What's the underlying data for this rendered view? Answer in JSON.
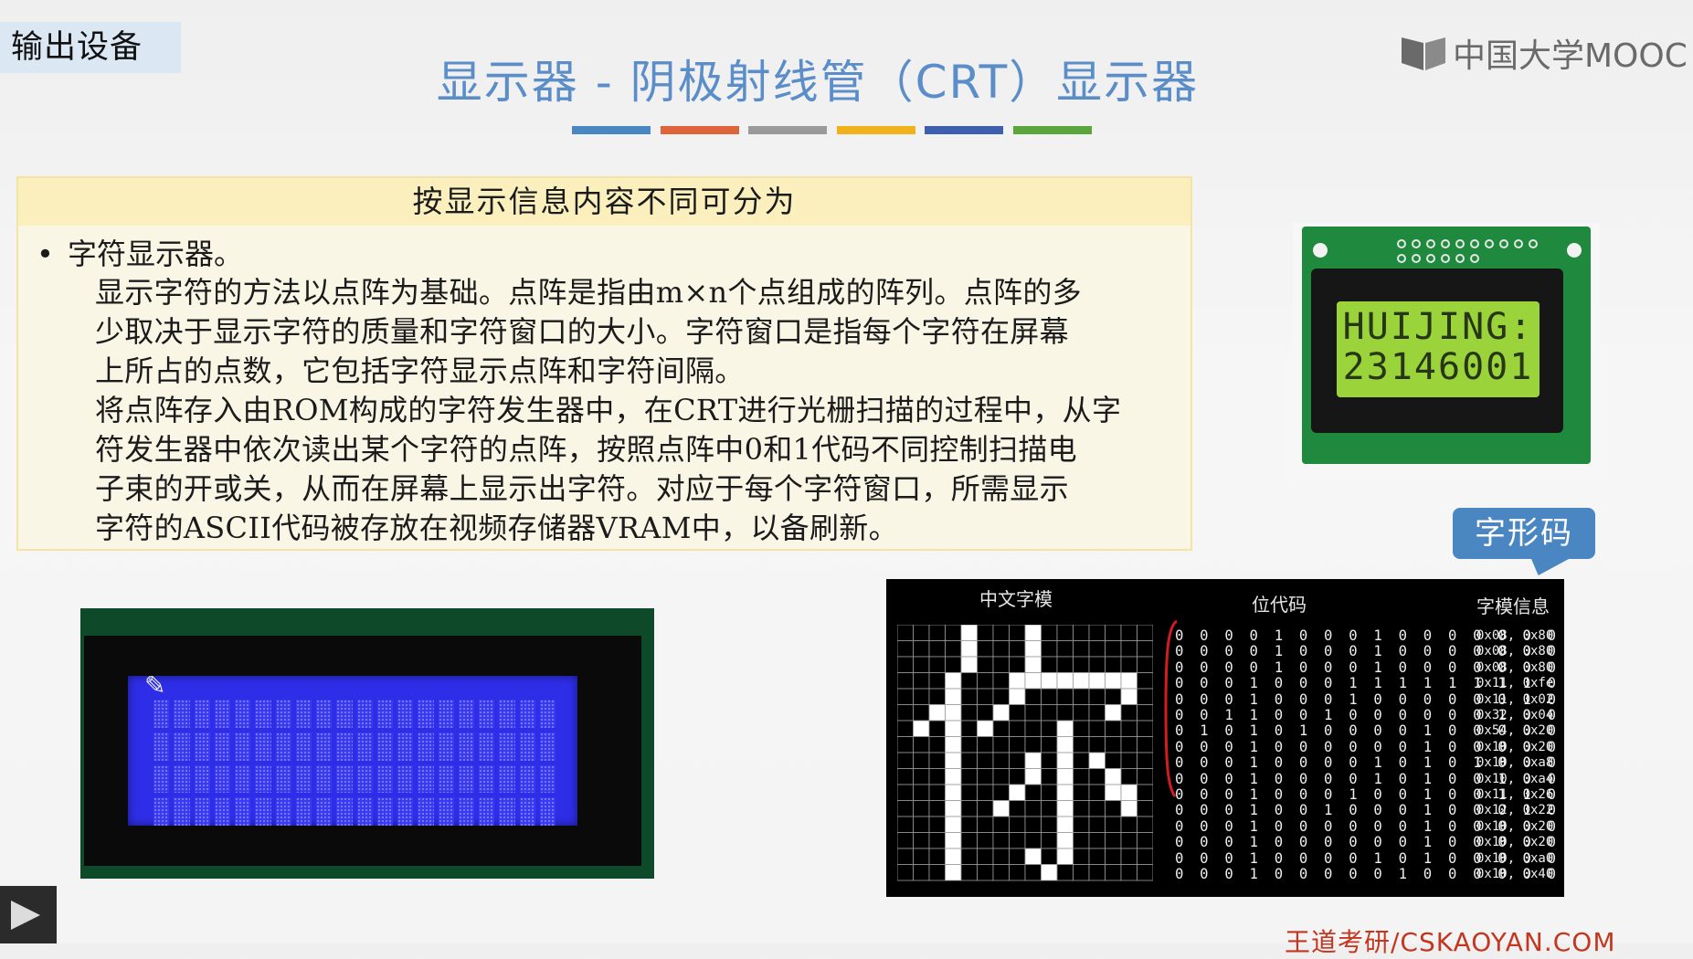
{
  "header": {
    "section_tag": "输出设备",
    "page_title": "显示器 - 阴极射线管（CRT）显示器",
    "brand_text": "中国大学MOOC",
    "title_bar_colors": [
      "#4a86c2",
      "#e0643a",
      "#9a9a9a",
      "#f0b21a",
      "#3d5fae",
      "#5aa63c"
    ]
  },
  "info_box": {
    "heading": "按显示信息内容不同可分为",
    "bullet": "字符显示器。",
    "paragraph_1": [
      "显示字符的方法以点阵为基础。点阵是指由m×n个点组成的阵列。点阵的多",
      "少取决于显示字符的质量和字符窗口的大小。字符窗口是指每个字符在屏幕",
      "上所占的点数，它包括字符显示点阵和字符间隔。"
    ],
    "paragraph_2": [
      "将点阵存入由ROM构成的字符发生器中，在CRT进行光栅扫描的过程中，从字",
      "符发生器中依次读出某个字符的点阵，按照点阵中0和1代码不同控制扫描电",
      "子束的开或关，从而在屏幕上显示出字符。对应于每个字符窗口，所需显示",
      "字符的ASCII代码被存放在视频存储器VRAM中，以备刷新。"
    ]
  },
  "small_lcd": {
    "line1": "HUIJING:",
    "line2": "23146001"
  },
  "badge": {
    "label": "字形码"
  },
  "font_panel": {
    "col1_label": "中文字模",
    "col2_label": "位代码",
    "col3_label": "字模信息",
    "bit_rows": [
      "0000100010000000",
      "0000100010000000",
      "0000100010000000",
      "0001000111111110",
      "0001000100000010",
      "0011001000000100",
      "0101010000100000",
      "0001000000100000",
      "0001000010101000",
      "0001000010100100",
      "0001000100100110",
      "0001001000100010",
      "0001000000100000",
      "0001000000100000",
      "0001000010100000",
      "0001000001000000"
    ],
    "hex_rows": [
      "0x08, 0x80",
      "0x08, 0x80",
      "0x08, 0x80",
      "0x11, 0xfe",
      "0x11, 0x02",
      "0x32, 0x04",
      "0x54, 0x20",
      "0x10, 0x20",
      "0x10, 0xa8",
      "0x10, 0xa4",
      "0x11, 0x26",
      "0x12, 0x22",
      "0x10, 0x20",
      "0x10, 0x20",
      "0x10, 0xa0",
      "0x10, 0x40"
    ]
  },
  "footer": {
    "brand": "王道考研/CSKAOYAN.COM"
  }
}
